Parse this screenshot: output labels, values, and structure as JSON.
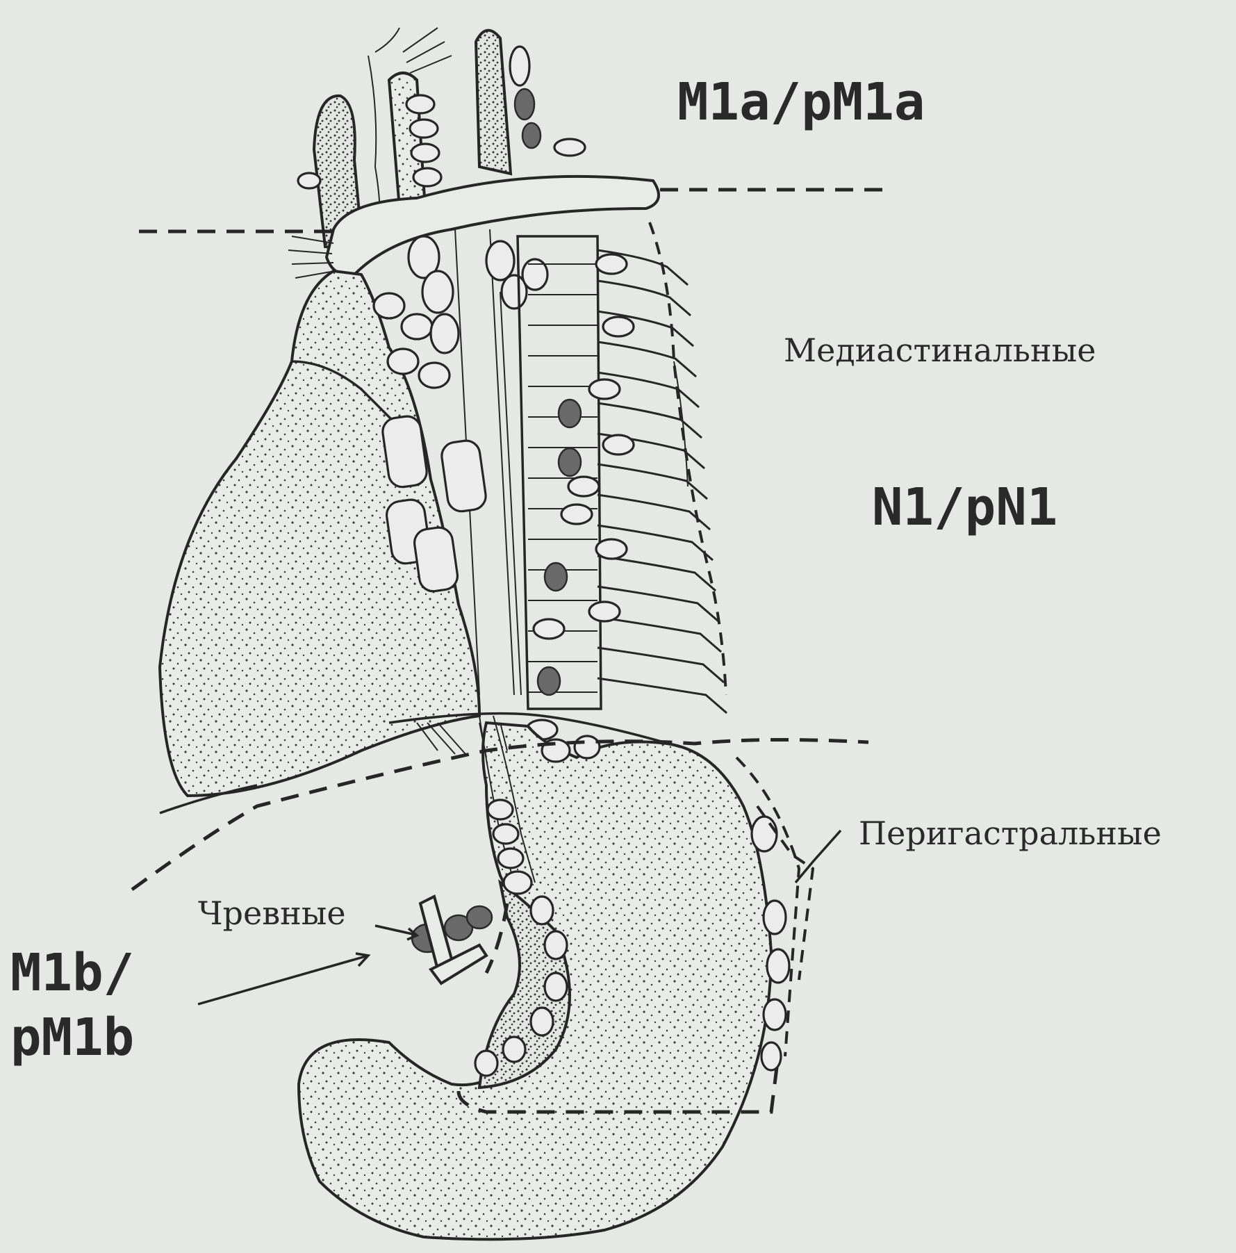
{
  "labels": {
    "m1a": "M1a/pM1a",
    "mediastinal": "Медиастинальные",
    "n1": "N1/pN1",
    "perigastric": "Перигастральные",
    "celiac": "Чревные",
    "m1b_line1": "M1b/",
    "m1b_line2": "pM1b"
  },
  "colors": {
    "background": "#e6e8e6",
    "ink": "#262626",
    "stipple": "#3a3a3a",
    "dark_node": "#6a6a6a"
  }
}
